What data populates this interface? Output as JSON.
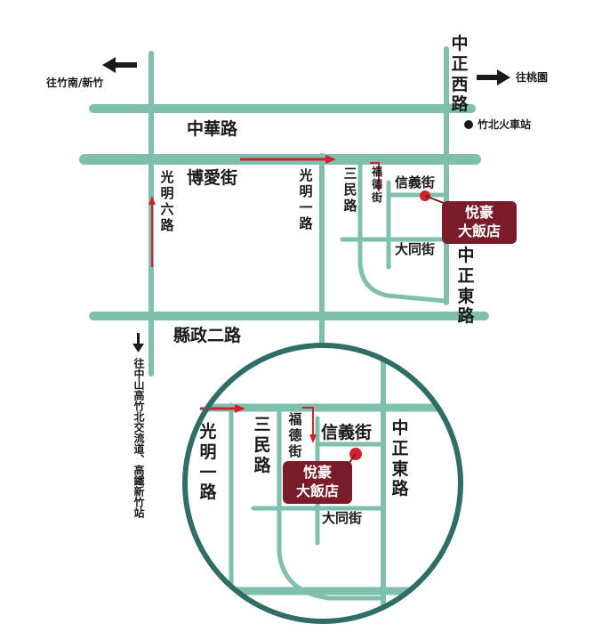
{
  "colors": {
    "road": "#7fbfae",
    "accent": "#d3202a",
    "hotel": "#7a1c2a",
    "circle": "#2f6e66"
  },
  "icons": {
    "arrow_left": "arrow-left-icon",
    "arrow_right": "arrow-right-icon",
    "arrow_down": "arrow-down-icon",
    "station": "station-dot-icon",
    "hotel_pin": "hotel-pin-icon"
  },
  "directions": {
    "to_hsinchu": "往竹南/新竹",
    "to_taoyuan": "往桃園",
    "to_highway": "往中山高竹北交流道、高鐵新竹站"
  },
  "landmarks": {
    "station": "竹北火車站"
  },
  "roads": {
    "zhonghua": "中華路",
    "boai": "博愛街",
    "xianzheng2": "縣政二路",
    "guangming6": "光明六路",
    "guangming1": "光明一路",
    "sanmin": "三民路",
    "fude": "福德街",
    "xinyi": "信義街",
    "datong": "大同街",
    "zhongzheng_w": "中正西路",
    "zhongzheng_e": "中正東路"
  },
  "hotel": {
    "line1": "悅豪",
    "line2": "大飯店"
  }
}
